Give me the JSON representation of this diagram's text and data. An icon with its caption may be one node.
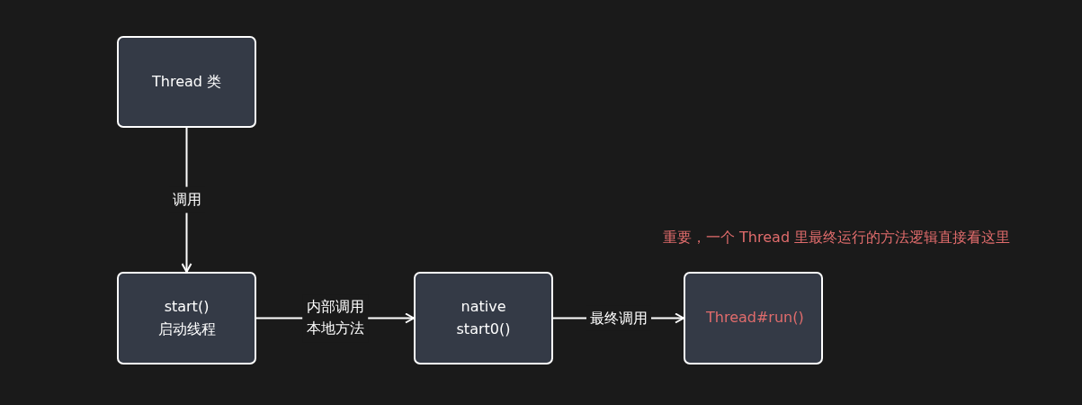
{
  "diagram": {
    "nodes": [
      {
        "text": [
          "Thread 类"
        ]
      },
      {
        "text": [
          "start() 启动线程"
        ]
      },
      {
        "text": [
          "native start0()"
        ]
      },
      {
        "text": [
          "Thread#run()"
        ],
        "beside": [
          "重要，一个 Thread 里最终运行的方法逻辑直接看这里"
        ]
      }
    ],
    "edges": [
      {
        "from": 0,
        "to": 1,
        "arrow": "to",
        "label": "调用"
      },
      {
        "from": 1,
        "to": 2,
        "arrow": "to",
        "label": "内部调用本地方法"
      },
      {
        "from": 2,
        "to": 3,
        "arrow": "to",
        "label": "最终调用"
      }
    ]
  }
}
